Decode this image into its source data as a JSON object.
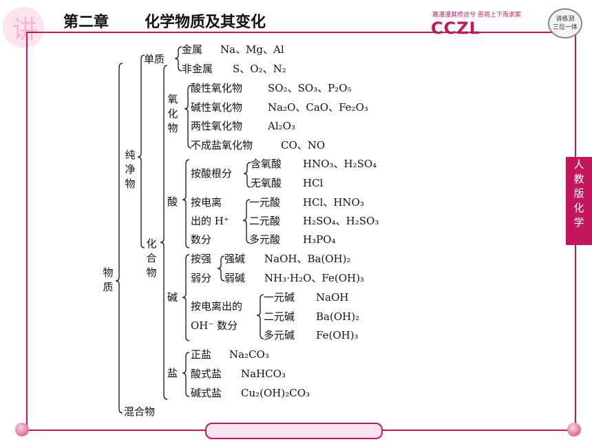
{
  "header": {
    "chapter": "第二章",
    "title": "化学物质及其变化"
  },
  "brand": {
    "slogan": "路漫漫其修远兮 吾将上下而求索",
    "name": "CCZL",
    "badge": [
      "讲练测",
      "三位一体"
    ]
  },
  "watermark": "讲",
  "side_tab": [
    "人",
    "教",
    "版",
    "化",
    "学"
  ],
  "tree": {
    "root": [
      "物",
      "质"
    ],
    "pure": [
      "纯",
      "净",
      "物"
    ],
    "mixture": "混合物",
    "element": "单质",
    "metal": {
      "label": "金属",
      "examples": "Na、Mg、Al"
    },
    "nonmetal": {
      "label": "非金属",
      "examples": "S、O₂、N₂"
    },
    "compound": [
      "化",
      "合",
      "物"
    ],
    "oxide": [
      "氧",
      "化",
      "物"
    ],
    "oxides": [
      {
        "label": "酸性氧化物",
        "examples": "SO₂、SO₃、P₂O₅"
      },
      {
        "label": "碱性氧化物",
        "examples": "Na₂O、CaO、Fe₂O₃"
      },
      {
        "label": "两性氧化物",
        "examples": "Al₂O₃"
      },
      {
        "label": "不成盐氧化物",
        "examples": "CO、NO"
      }
    ],
    "acid": "酸",
    "acid_by_radical": "按酸根分",
    "oxyacid": {
      "label": "含氧酸",
      "examples": "HNO₃、H₂SO₄"
    },
    "nonoxyacid": {
      "label": "无氧酸",
      "examples": "HCl"
    },
    "acid_by_h": [
      "按电离",
      "出的 H⁺",
      "数分"
    ],
    "acid_basicity": [
      {
        "label": "一元酸",
        "examples": "HCl、HNO₃"
      },
      {
        "label": "二元酸",
        "examples": "H₂SO₄、H₂SO₃"
      },
      {
        "label": "多元酸",
        "examples": "H₃PO₄"
      }
    ],
    "base": "碱",
    "base_by_strength": [
      "按强",
      "弱分"
    ],
    "strong_base": {
      "label": "强碱",
      "examples": "NaOH、Ba(OH)₂"
    },
    "weak_base": {
      "label": "弱碱",
      "examples": "NH₃·H₂O、Fe(OH)₃"
    },
    "base_by_oh": [
      "按电离出的",
      "OH⁻ 数分"
    ],
    "base_acidity": [
      {
        "label": "一元碱",
        "examples": "NaOH"
      },
      {
        "label": "二元碱",
        "examples": "Ba(OH)₂"
      },
      {
        "label": "多元碱",
        "examples": "Fe(OH)₃"
      }
    ],
    "salt": "盐",
    "salts": [
      {
        "label": "正盐",
        "examples": "Na₂CO₃"
      },
      {
        "label": "酸式盐",
        "examples": "NaHCO₃"
      },
      {
        "label": "碱式盐",
        "examples": "Cu₂(OH)₂CO₃"
      }
    ]
  }
}
